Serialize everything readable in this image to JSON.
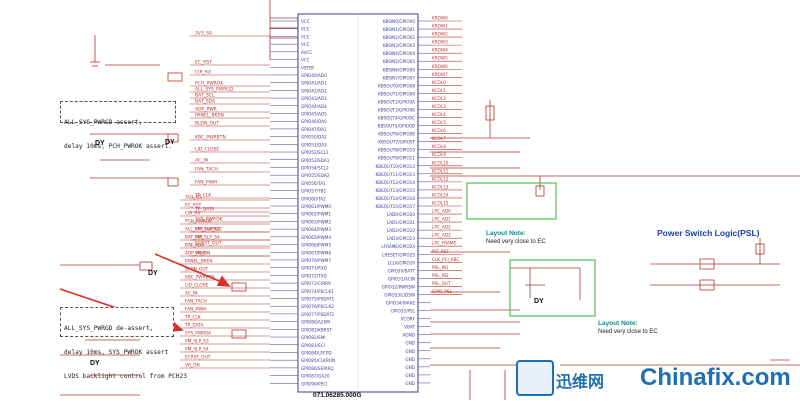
{
  "notes": {
    "upper_lines": [
      "ALL_SYS_PWRGD assert,",
      "delay 10ms, PCH_PWROK assert."
    ],
    "lower_lines": [
      "ALL_SYS_PWRGD de-assert,",
      "delay 10ms, SYS_PWROK assert",
      "LVDS backlight control from PCH23"
    ]
  },
  "heading": "Power Switch Logic(PSL)",
  "layout_notes": [
    {
      "title": "Layout Note:",
      "body": "Need very close to EC"
    },
    {
      "title": "Layout Note:",
      "body": "Need very close to EC"
    }
  ],
  "part_number": "071.06285.000G",
  "watermark": {
    "chinese": "迅维网",
    "site": "Chinafix.com"
  },
  "chart_data": {
    "type": "schematic",
    "ec_pins_left": [
      "VCC",
      "VCC",
      "VCC",
      "VCC",
      "AVCC",
      "VCC",
      "VSTBY",
      "GPIO40/AD0",
      "GPIO41/AD1",
      "GPIO42/AD2",
      "GPIO43/AD3",
      "GPIO44/AD4",
      "GPIO45/AD5",
      "GPIO46/DA0",
      "GPIO47/DA1",
      "GPIO50/DA2",
      "GPIO51/DA3",
      "GPIO52/SCL1",
      "GPIO53/SDA1",
      "GPIO54/SCL2",
      "GPIO55/SDA2",
      "GPIO56/TA1",
      "GPIO57/TB1",
      "GPIO60/TA2",
      "GPIO61/PWM0",
      "GPIO62/PWM1",
      "GPIO63/PWM2",
      "GPIO64/PWM3",
      "GPIO65/PWM4",
      "GPIO66/PWM5",
      "GPIO67/PWM6",
      "GPIO70/PWM7",
      "GPIO71/RXD",
      "GPIO72/TXD",
      "GPIO73/CIRRX",
      "GPIO74/PSCLK1",
      "GPIO75/PSDAT1",
      "GPIO76/PSCLK2",
      "GPIO77/PSDAT2",
      "GPIO80/A20M",
      "GPIO81/KBRST",
      "GPIO82/SMI",
      "GPIO83/SCI",
      "GPIO84/LPCPD",
      "GPIO85/CLKRUN",
      "GPIO86/SERIRQ",
      "GPIO87/GA20",
      "GPIO90/PECI"
    ],
    "ec_pins_right": [
      "KBSIN0/GPIO00",
      "KBSIN1/GPIO01",
      "KBSIN2/GPIO02",
      "KBSIN3/GPIO03",
      "KBSIN4/GPIO04",
      "KBSIN5/GPIO05",
      "KBSIN6/GPIO06",
      "KBSIN7/GPIO07",
      "KBSOUT0/GPIO08",
      "KBSOUT1/GPIO09",
      "KBSOUT2/GPIO0A",
      "KBSOUT3/GPIO0B",
      "KBSOUT4/GPIO0C",
      "KBSOUT5/GPIO0D",
      "KBSOUT6/GPIO0E",
      "KBSOUT7/GPIO0F",
      "KBSOUT8/GPIO10",
      "KBSOUT9/GPIO11",
      "KBSOUT10/GPIO12",
      "KBSOUT11/GPIO13",
      "KBSOUT12/GPIO14",
      "KBSOUT13/GPIO15",
      "KBSOUT14/GPIO16",
      "KBSOUT15/GPIO17",
      "LAD0/GPIO20",
      "LAD1/GPIO21",
      "LAD2/GPIO22",
      "LAD3/GPIO23",
      "LFRAME/GPIO24",
      "LRESET/GPIO25",
      "LCLK/GPIO26",
      "GPIO30/BATT",
      "GPIO31/ACIN",
      "GPIO32/PWRSW",
      "GPIO33/LIDSW",
      "GPIO34/WAKE",
      "GPIO35/PSL",
      "VCORF",
      "VBAT",
      "AGND",
      "GND",
      "GND",
      "GND",
      "GND",
      "GND",
      "GND"
    ],
    "left_nets": [
      "3V3_S0",
      "EC_RST",
      "CIR_RX",
      "PCH_PWROK",
      "ALL_SYS_PWRGD",
      "BAT_SCL",
      "BAT_SDA",
      "ADP_PWR",
      "PANEL_BKEN",
      "BLON_OUT",
      "KBC_PWRBTN",
      "LID_CLOSE",
      "AC_IN",
      "FAN_TACH",
      "FAN_PWM",
      "TP_CLK",
      "TP_DATA",
      "SYS_PWROK",
      "PM_SLP_S3",
      "PM_SLP_S4",
      "ECRST_OUT",
      "VR_ON"
    ],
    "right_nets": [
      "KROW0",
      "KROW1",
      "KROW2",
      "KROW3",
      "KROW4",
      "KROW5",
      "KROW6",
      "KROW7",
      "KCOL0",
      "KCOL1",
      "KCOL2",
      "KCOL3",
      "KCOL4",
      "KCOL5",
      "KCOL6",
      "KCOL7",
      "KCOL8",
      "KCOL9",
      "KCOL10",
      "KCOL11",
      "KCOL12",
      "KCOL13",
      "KCOL14",
      "KCOL15",
      "LPC_AD0",
      "LPC_AD1",
      "LPC_AD2",
      "LPC_AD3",
      "LPC_FRAME",
      "PLT_RST",
      "CLK_PCI_KBC",
      "PSL_IN1",
      "PSL_IN2",
      "PSL_OUT",
      "GPIO_PSL"
    ]
  }
}
